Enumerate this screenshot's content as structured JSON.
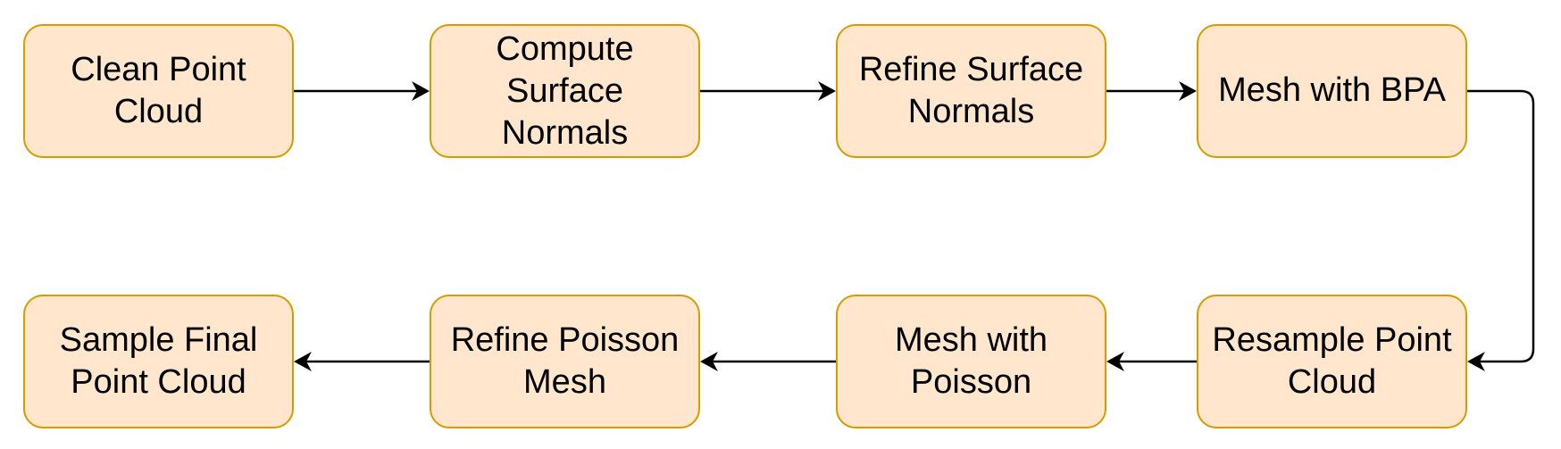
{
  "diagram": {
    "colors": {
      "node_fill": "#ffe6cc",
      "node_stroke": "#d79b00",
      "edge": "#000000",
      "text": "#000000"
    },
    "nodes": [
      {
        "id": "clean",
        "label": "Clean Point Cloud"
      },
      {
        "id": "compute",
        "label": "Compute Surface Normals"
      },
      {
        "id": "refine_normals",
        "label": "Refine Surface Normals"
      },
      {
        "id": "bpa",
        "label": "Mesh with BPA"
      },
      {
        "id": "resample",
        "label": "Resample Point Cloud"
      },
      {
        "id": "poisson",
        "label": "Mesh with Poisson"
      },
      {
        "id": "refine_poisson",
        "label": "Refine Poisson Mesh"
      },
      {
        "id": "sample_final",
        "label": "Sample Final Point Cloud"
      }
    ],
    "edges": [
      {
        "from": "clean",
        "to": "compute"
      },
      {
        "from": "compute",
        "to": "refine_normals"
      },
      {
        "from": "refine_normals",
        "to": "bpa"
      },
      {
        "from": "bpa",
        "to": "resample"
      },
      {
        "from": "resample",
        "to": "poisson"
      },
      {
        "from": "poisson",
        "to": "refine_poisson"
      },
      {
        "from": "refine_poisson",
        "to": "sample_final"
      }
    ]
  }
}
